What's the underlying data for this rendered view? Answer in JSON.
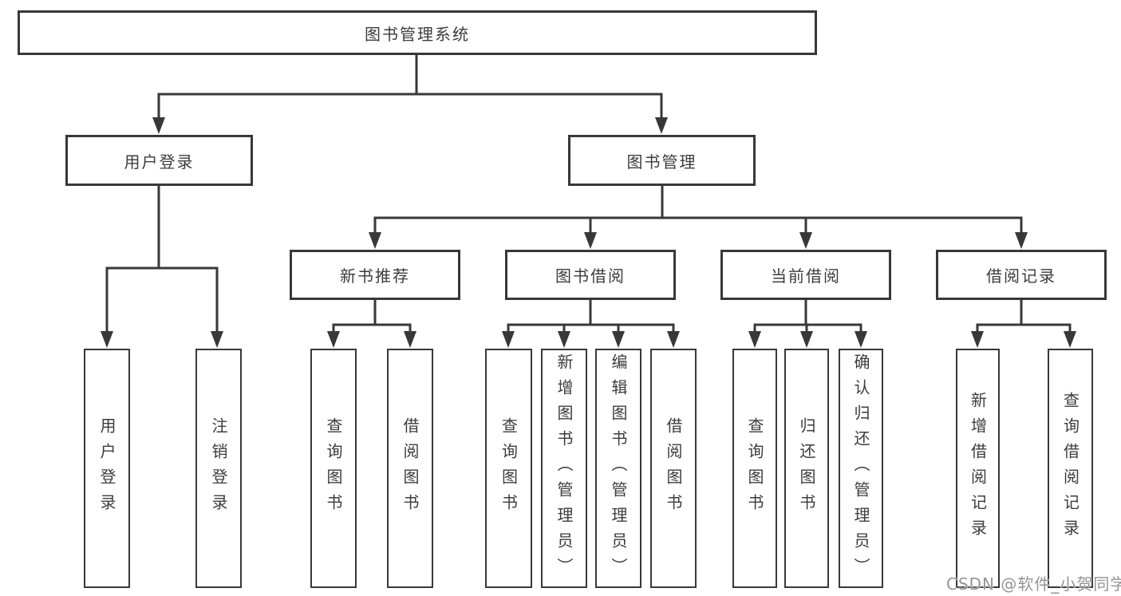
{
  "diagram": {
    "root": "图书管理系统",
    "branches": [
      {
        "label": "用户登录",
        "children": [
          "用户登录",
          "注销登录"
        ]
      },
      {
        "label": "图书管理",
        "sections": [
          {
            "label": "新书推荐",
            "children": [
              "查询图书",
              "借阅图书"
            ]
          },
          {
            "label": "图书借阅",
            "children": [
              "查询图书",
              "新增图书（管理员）",
              "编辑图书（管理员）",
              "借阅图书"
            ]
          },
          {
            "label": "当前借阅",
            "children": [
              "查询图书",
              "归还图书",
              "确认归还（管理员）"
            ]
          },
          {
            "label": "借阅记录",
            "children": [
              "新增借阅记录",
              "查询借阅记录"
            ]
          }
        ]
      }
    ]
  },
  "watermark": "CSDN @软件_小贺同学",
  "colors": {
    "line": "#383838",
    "box_border": "#383838",
    "text": "#3c3c3c",
    "watermark_text": "#949494",
    "background": "#ffffff"
  }
}
